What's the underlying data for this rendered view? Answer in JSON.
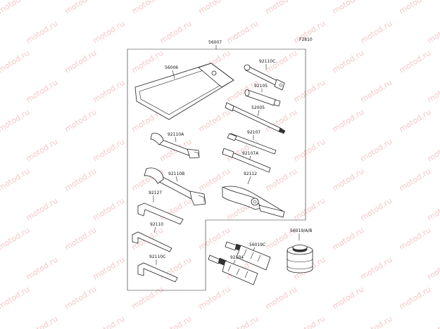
{
  "figure_code": "F2810",
  "watermark": "motod.ru",
  "colors": {
    "line": "#222222",
    "watermark": "#f4c9c9",
    "background": "#ffffff"
  },
  "parts": {
    "p56007": "56007",
    "p56006": "56006",
    "p92110a": "92110A",
    "p92110b": "92110B",
    "p92127": "92127",
    "p92110": "92110",
    "p92110c": "92110C",
    "p92110_top": "92110C",
    "p92105": "92105",
    "p52005": "52005",
    "p92107": "92107",
    "p92107a": "92107A",
    "p92112": "92112",
    "p56019c": "56019C",
    "p92104": "92104",
    "p56019ab": "56019/A/B"
  }
}
